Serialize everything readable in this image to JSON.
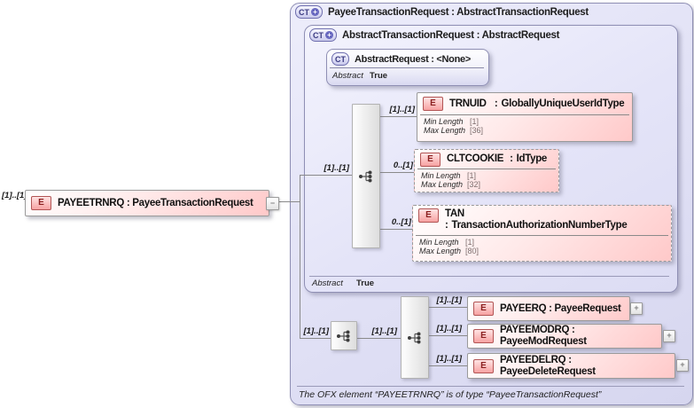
{
  "glyphs": {
    "element_icon": "E",
    "complex_type_icon": "CT",
    "plus": "+",
    "collapse": "−",
    "colon": ":"
  },
  "colors": {
    "element_fill": "#ffc9c9",
    "element_border": "#9a9a9a",
    "element_icon_border": "#b25555",
    "type_fill": "#dcdcf3",
    "type_border": "#8f8fb4",
    "ct_icon_accent": "#6868c0",
    "connector": "#8a8a8a"
  },
  "root": {
    "cardinality": "[1]..[1]",
    "label": "PAYEETRNRQ : PayeeTransactionRequest"
  },
  "outer_type": {
    "title": "PayeeTransactionRequest : AbstractTransactionRequest",
    "footnote": "The OFX element “PAYEETRNRQ” is of type “PayeeTransactionRequest”"
  },
  "inner_type": {
    "title": "AbstractTransactionRequest : AbstractRequest",
    "abstract_label": "Abstract",
    "abstract_value": "True"
  },
  "base_type": {
    "title": "AbstractRequest : <None>",
    "abstract_label": "Abstract",
    "abstract_value": "True"
  },
  "sequence1": {
    "cardinality": "[1]..[1]"
  },
  "sequence2": {
    "cardinality": "[1]..[1]"
  },
  "sequence3": {
    "cardinality": "[1]..[1]"
  },
  "attributes": [
    {
      "cardinality": "[1]..[1]",
      "name": "TRNUID",
      "type": "GloballyUniqueUserIdType",
      "min_label": "Min Length",
      "min": "[1]",
      "max_label": "Max Length",
      "max": "[36]"
    },
    {
      "cardinality": "0..[1]",
      "name": "CLTCOOKIE",
      "type": "IdType",
      "min_label": "Min Length",
      "min": "[1]",
      "max_label": "Max Length",
      "max": "[32]"
    },
    {
      "cardinality": "0..[1]",
      "name": "TAN",
      "type": "TransactionAuthorizationNumberType",
      "min_label": "Min Length",
      "min": "[1]",
      "max_label": "Max Length",
      "max": "[80]"
    }
  ],
  "children": [
    {
      "cardinality": "[1]..[1]",
      "label": "PAYEERQ : PayeeRequest"
    },
    {
      "cardinality": "[1]..[1]",
      "label": "PAYEEMODRQ : PayeeModRequest"
    },
    {
      "cardinality": "[1]..[1]",
      "label": "PAYEEDELRQ : PayeeDeleteRequest"
    }
  ]
}
